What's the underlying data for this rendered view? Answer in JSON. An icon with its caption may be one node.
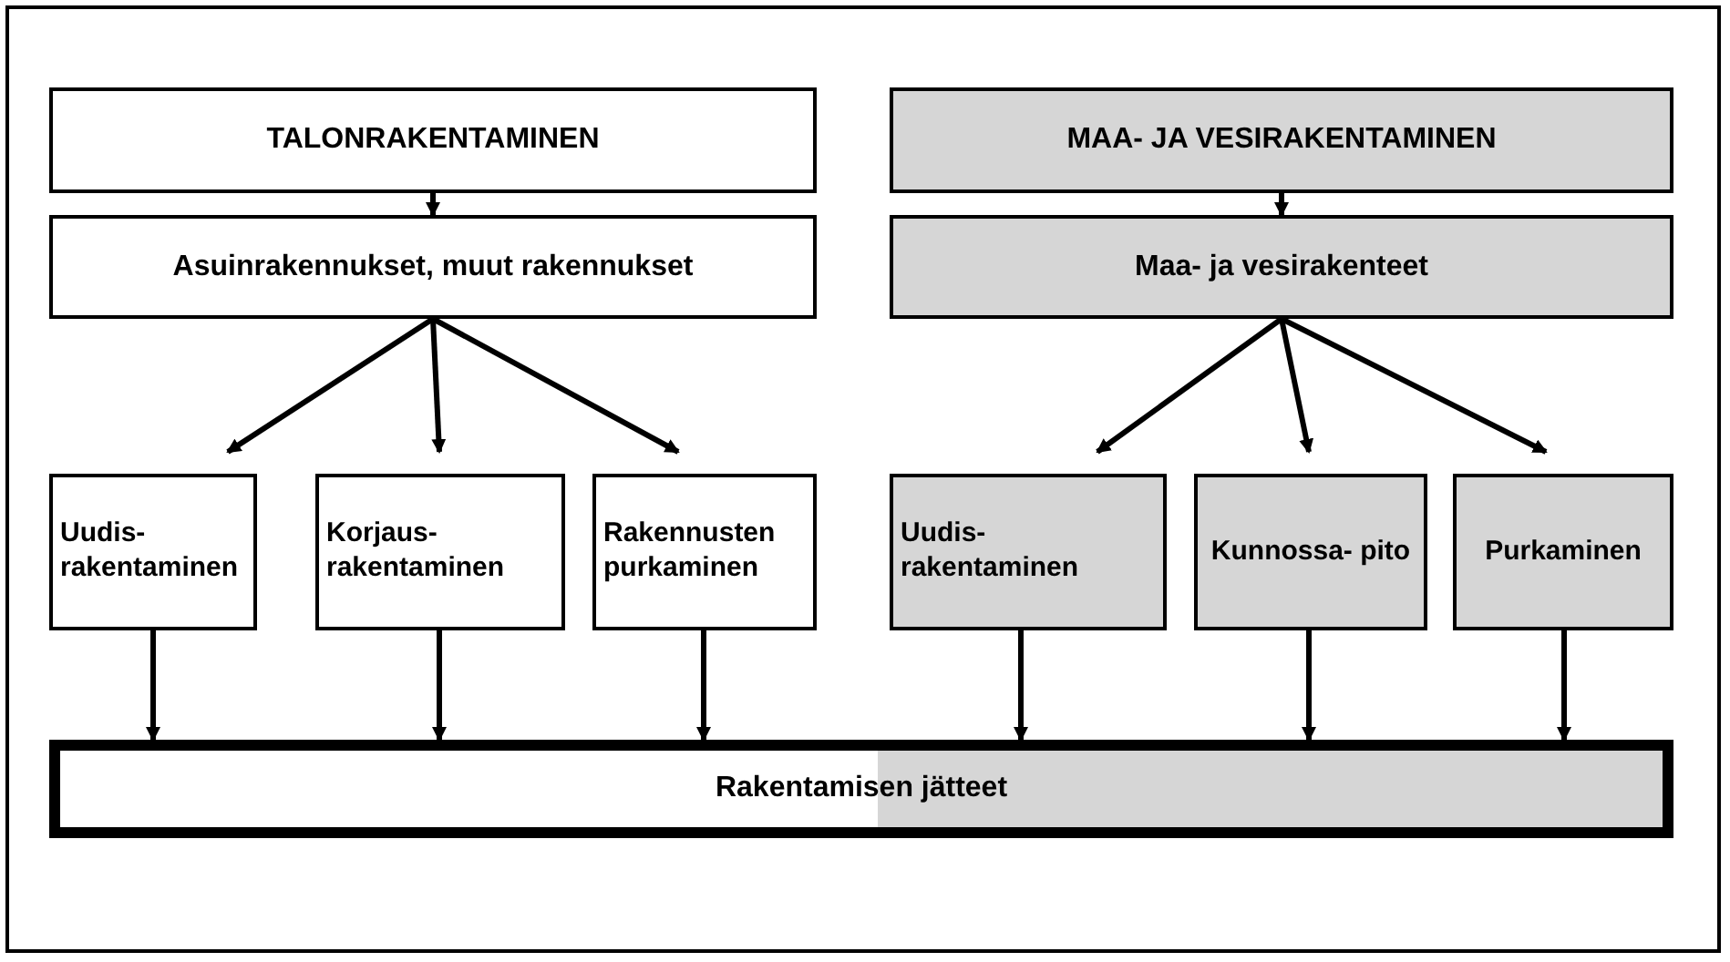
{
  "diagram": {
    "nodes": [
      {
        "text": [
          "TALONRAKENTAMINEN"
        ]
      },
      {
        "text": [
          "Asuinrakennukset, muut rakennukset"
        ]
      },
      {
        "text": [
          "Uudis- rakentaminen"
        ]
      },
      {
        "text": [
          "Korjaus- rakentaminen"
        ]
      },
      {
        "text": [
          "Rakennusten purkaminen"
        ]
      },
      {
        "text": [
          "MAA- JA VESIRAKENTAMINEN"
        ]
      },
      {
        "text": [
          "Maa- ja vesirakenteet"
        ]
      },
      {
        "text": [
          "Uudis- rakentaminen"
        ]
      },
      {
        "text": [
          "Kunnossa- pito"
        ]
      },
      {
        "text": [
          "Purkaminen"
        ]
      },
      {
        "text": [
          "Rakentamisen jätteet"
        ]
      }
    ],
    "edges": [
      {
        "from": 0,
        "to": 1,
        "arrow": "to"
      },
      {
        "from": 1,
        "to": 2,
        "arrow": "to"
      },
      {
        "from": 1,
        "to": 3,
        "arrow": "to"
      },
      {
        "from": 1,
        "to": 4,
        "arrow": "to"
      },
      {
        "from": 5,
        "to": 6,
        "arrow": "to"
      },
      {
        "from": 6,
        "to": 7,
        "arrow": "to"
      },
      {
        "from": 6,
        "to": 8,
        "arrow": "to"
      },
      {
        "from": 6,
        "to": 9,
        "arrow": "to"
      },
      {
        "from": 2,
        "to": 10,
        "arrow": "to"
      },
      {
        "from": 3,
        "to": 10,
        "arrow": "to"
      },
      {
        "from": 4,
        "to": 10,
        "arrow": "to"
      },
      {
        "from": 7,
        "to": 10,
        "arrow": "to"
      },
      {
        "from": 8,
        "to": 10,
        "arrow": "to"
      },
      {
        "from": 9,
        "to": 10,
        "arrow": "to"
      }
    ]
  }
}
